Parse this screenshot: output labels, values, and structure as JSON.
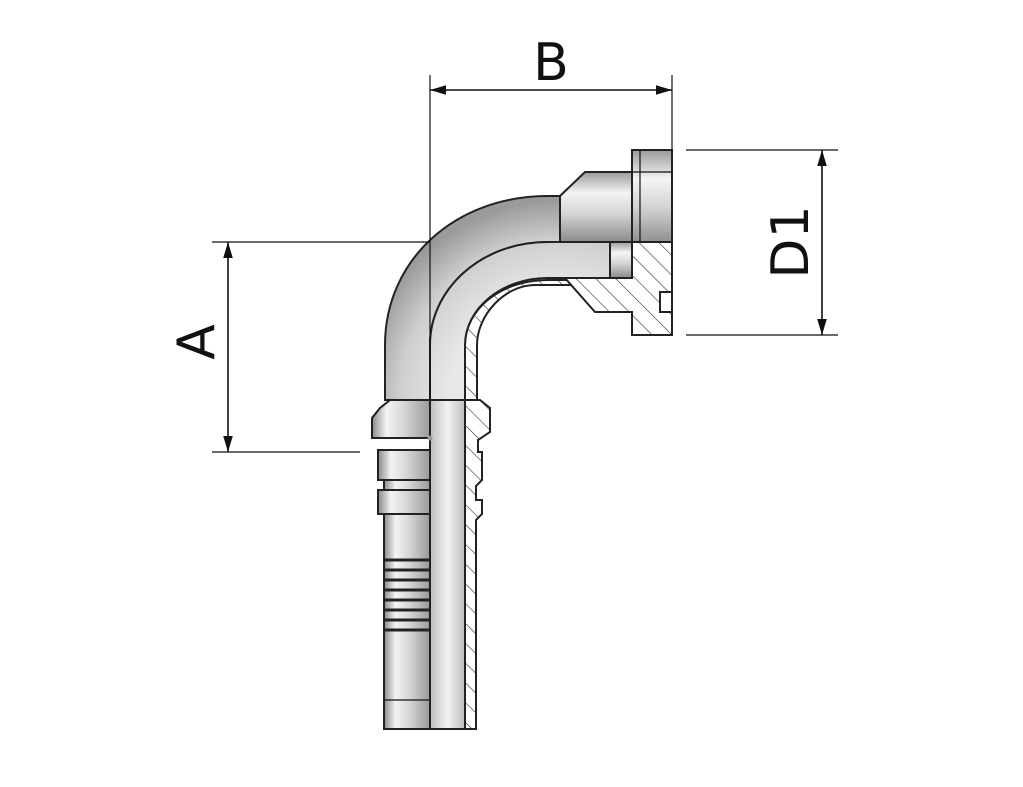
{
  "drawing": {
    "part": "90-degree-elbow-hose-fitting-with-flange",
    "dimensions": {
      "a": "A",
      "b": "B",
      "d1": "D1"
    },
    "colors": {
      "metal_light": "#f0f0f0",
      "metal_mid": "#c8c8c8",
      "metal_dark": "#8c8c8c",
      "line": "#111111"
    }
  }
}
